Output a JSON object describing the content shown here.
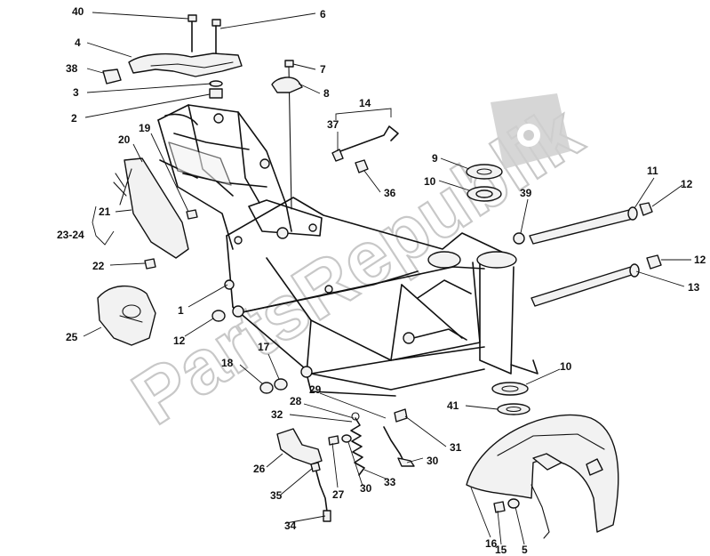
{
  "watermark": {
    "text": "PartsRepublik"
  },
  "labels": {
    "l40": "40",
    "l6": "6",
    "l4": "4",
    "l38": "38",
    "l3": "3",
    "l2": "2",
    "l7": "7",
    "l8": "8",
    "l14": "14",
    "l37": "37",
    "l36": "36",
    "l9": "9",
    "l10a": "10",
    "l39": "39",
    "l11": "11",
    "l12a": "12",
    "l12b": "12",
    "l13": "13",
    "l20": "20",
    "l19": "19",
    "l21": "21",
    "l2324": "23-24",
    "l22": "22",
    "l1": "1",
    "l25": "25",
    "l12c": "12",
    "l17": "17",
    "l18": "18",
    "l28": "28",
    "l29": "29",
    "l32": "32",
    "l10b": "10",
    "l41": "41",
    "l31": "31",
    "l30a": "30",
    "l26": "26",
    "l30b": "30",
    "l33": "33",
    "l27": "27",
    "l35": "35",
    "l34": "34",
    "l16": "16",
    "l15": "15",
    "l5": "5"
  }
}
